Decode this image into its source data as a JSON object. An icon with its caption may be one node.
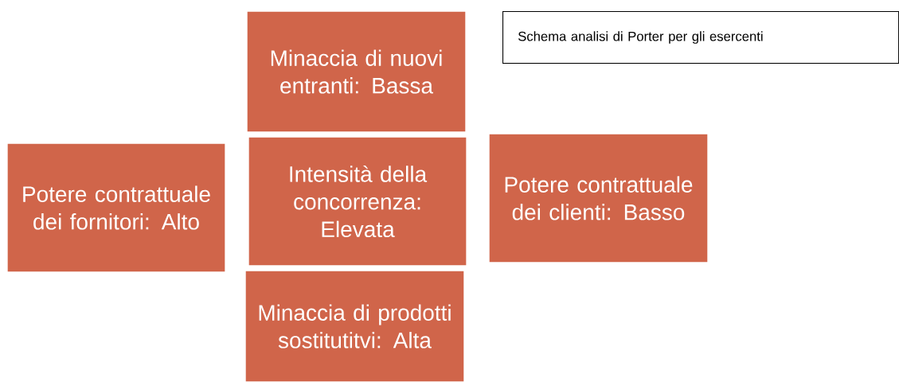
{
  "diagram": {
    "title": "Schema analisi di Porter per gli esercenti",
    "nodes": [
      {
        "text": [
          "Minaccia di nuovi entranti: Bassa"
        ]
      },
      {
        "text": [
          "Potere contrattuale dei fornitori: Alto"
        ]
      },
      {
        "text": [
          "Intensità della concorrenza: Elevata"
        ]
      },
      {
        "text": [
          "Potere contrattuale dei clienti: Basso"
        ]
      },
      {
        "text": [
          "Minaccia di prodotti sostitutitvi: Alta"
        ]
      }
    ]
  }
}
